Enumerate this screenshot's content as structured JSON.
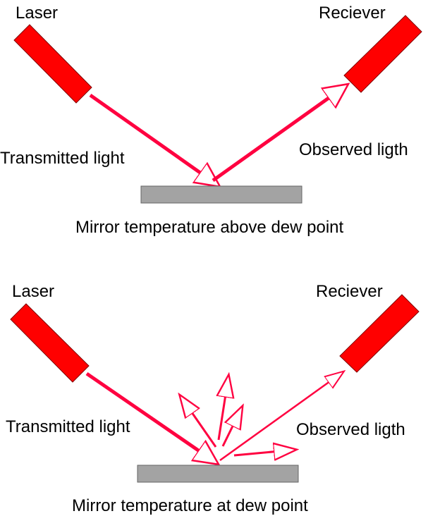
{
  "colors": {
    "device": "#ff0000",
    "beam": "#ff0040",
    "mirror": "#a3a3a3",
    "mirror_border": "#666666"
  },
  "top": {
    "laser_label": "Laser",
    "receiver_label": "Reciever",
    "transmitted_label": "Transmitted light",
    "observed_label": "Observed ligth",
    "caption": "Mirror temperature above dew point"
  },
  "bottom": {
    "laser_label": "Laser",
    "receiver_label": "Reciever",
    "transmitted_label": "Transmitted light",
    "observed_label": "Observed ligth",
    "caption": "Mirror temperature at dew point"
  }
}
